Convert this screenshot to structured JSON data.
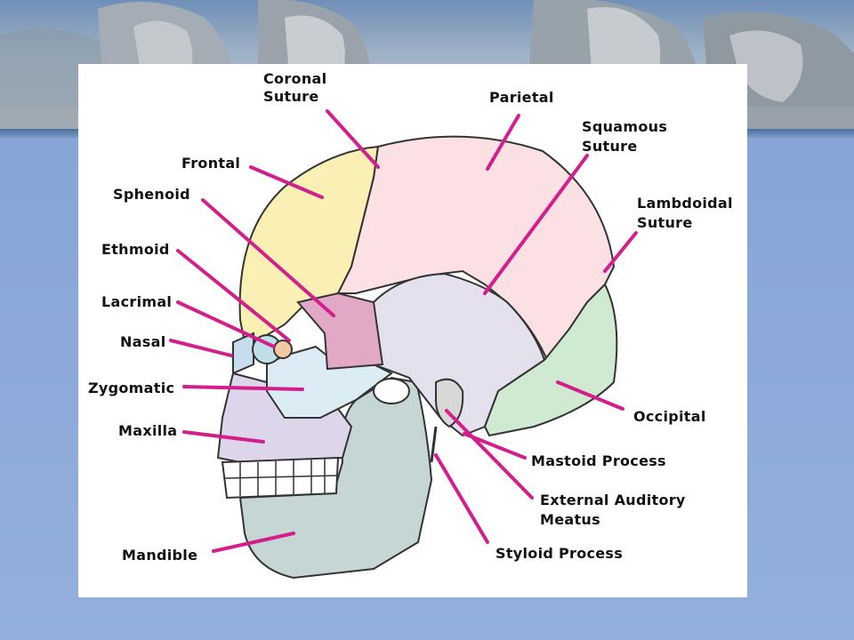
{
  "labels": {
    "coronal_suture": [
      "Coronal",
      "Suture"
    ],
    "parietal": "Parietal",
    "squamous_suture": [
      "Squamous",
      "Suture"
    ],
    "frontal": "Frontal",
    "sphenoid": "Sphenoid",
    "lambdoidal_suture": [
      "Lambdoidal",
      "Suture"
    ],
    "ethmoid": "Ethmoid",
    "lacrimal": "Lacrimal",
    "nasal": "Nasal",
    "zygomatic": "Zygomatic",
    "maxilla": "Maxilla",
    "occipital": "Occipital",
    "mastoid_process": "Mastoid Process",
    "external_auditory_meatus": [
      "External Auditory",
      "Meatus"
    ],
    "mandible": "Mandible",
    "styloid_process": "Styloid Process"
  },
  "colors": {
    "leader": "#d21f8c",
    "frontal": "#fbf0b4",
    "parietal": "#fbe1e3",
    "temporal": "#e4e0ee",
    "sphenoid": "#e2a9c7",
    "occipital": "#cfead1",
    "zygomatic": "#dcecf5",
    "maxilla": "#ddd5ea",
    "mandible": "#c6d6d4",
    "nasal": "#c8dcef",
    "ethmoid": "#bfe0e6",
    "lacrimal": "#f4c8a0"
  }
}
